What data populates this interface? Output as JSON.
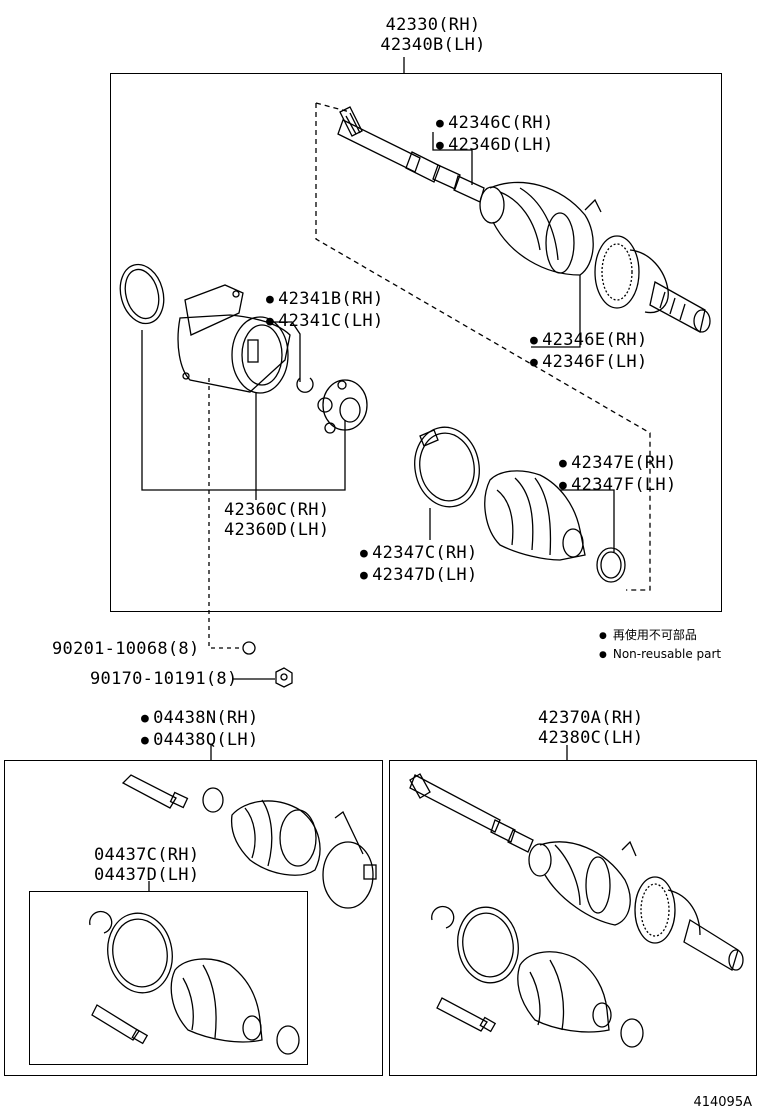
{
  "top_assembly": {
    "line1": "42330(RH)",
    "line2": "42340B(LH)"
  },
  "callouts": {
    "p42346cd": {
      "line1": "42346C(RH)",
      "line2": "42346D(LH)",
      "non_reusable": true
    },
    "p42341bc": {
      "line1": "42341B(RH)",
      "line2": "42341C(LH)",
      "non_reusable": true
    },
    "p42346ef": {
      "line1": "42346E(RH)",
      "line2": "42346F(LH)",
      "non_reusable": true
    },
    "p42347ef": {
      "line1": "42347E(RH)",
      "line2": "42347F(LH)",
      "non_reusable": true
    },
    "p42360cd": {
      "line1": "42360C(RH)",
      "line2": "42360D(LH)",
      "non_reusable": false
    },
    "p42347cd": {
      "line1": "42347C(RH)",
      "line2": "42347D(LH)",
      "non_reusable": true
    },
    "p90201": {
      "text": "90201-10068(8)"
    },
    "p90170": {
      "text": "90170-10191(8)"
    }
  },
  "legend": {
    "jp": "再使用不可部品",
    "en": "Non-reusable part"
  },
  "kits": {
    "boot_kit": {
      "line1": "04438N(RH)",
      "line2": "04438Q(LH)",
      "non_reusable": true
    },
    "inner_kit": {
      "line1": "04437C(RH)",
      "line2": "04437D(LH)"
    },
    "shaft_assy": {
      "line1": "42370A(RH)",
      "line2": "42380C(LH)"
    }
  },
  "figure_id": "414095A"
}
